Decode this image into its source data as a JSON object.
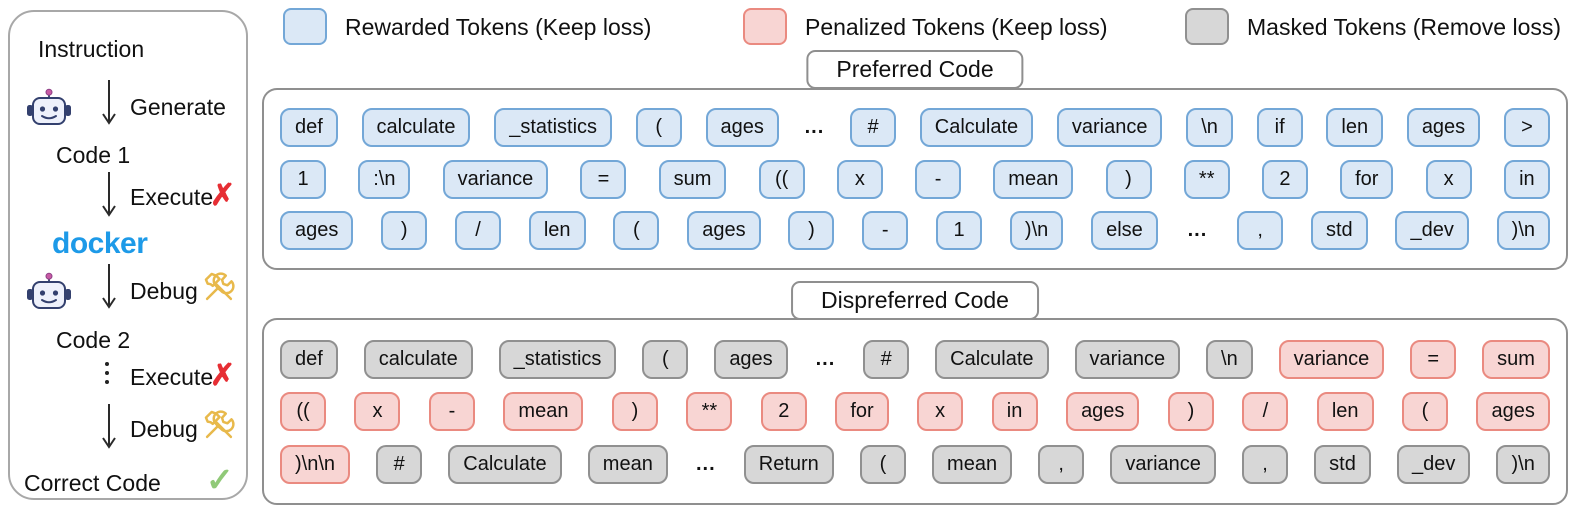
{
  "left_panel": {
    "title": "Instruction",
    "generate_label": "Generate",
    "code1_label": "Code 1",
    "execute1_label": "Execute",
    "docker_label": "docker",
    "debug1_label": "Debug",
    "code2_label": "Code 2",
    "execute2_label": "Execute",
    "debug2_label": "Debug",
    "correct_label": "Correct Code",
    "fail_glyph": "✗",
    "pass_glyph": "✓"
  },
  "legend": {
    "items": [
      {
        "label": "Rewarded Tokens (Keep loss)",
        "kind": "rewarded"
      },
      {
        "label": "Penalized Tokens (Keep loss)",
        "kind": "penalized"
      },
      {
        "label": "Masked Tokens (Remove loss)",
        "kind": "masked"
      }
    ]
  },
  "colors": {
    "rewarded_fill": "#dbe8f6",
    "rewarded_border": "#73a7d7",
    "penalized_fill": "#f8d5d3",
    "penalized_border": "#ea8a80",
    "masked_fill": "#d7d7d7",
    "masked_border": "#909090",
    "docker_blue": "#1d9ae8",
    "fail_red": "#e62e34",
    "pass_green": "#90c978",
    "tools_gold": "#e8b94b"
  },
  "preferred": {
    "title": "Preferred Code",
    "rows": [
      [
        {
          "t": "def",
          "k": "rewarded"
        },
        {
          "t": "calculate",
          "k": "rewarded"
        },
        {
          "t": "_statistics",
          "k": "rewarded"
        },
        {
          "t": "(",
          "k": "rewarded"
        },
        {
          "t": "ages",
          "k": "rewarded"
        },
        {
          "t": "...",
          "k": "plain"
        },
        {
          "t": "#",
          "k": "rewarded"
        },
        {
          "t": "Calculate",
          "k": "rewarded"
        },
        {
          "t": "variance",
          "k": "rewarded"
        },
        {
          "t": "\\n",
          "k": "rewarded"
        },
        {
          "t": "if",
          "k": "rewarded"
        },
        {
          "t": "len",
          "k": "rewarded"
        },
        {
          "t": "ages",
          "k": "rewarded"
        },
        {
          "t": ">",
          "k": "rewarded"
        }
      ],
      [
        {
          "t": "1",
          "k": "rewarded"
        },
        {
          "t": ":\\n",
          "k": "rewarded"
        },
        {
          "t": "variance",
          "k": "rewarded"
        },
        {
          "t": "=",
          "k": "rewarded"
        },
        {
          "t": "sum",
          "k": "rewarded"
        },
        {
          "t": "((",
          "k": "rewarded"
        },
        {
          "t": "x",
          "k": "rewarded"
        },
        {
          "t": "-",
          "k": "rewarded"
        },
        {
          "t": "mean",
          "k": "rewarded"
        },
        {
          "t": ")",
          "k": "rewarded"
        },
        {
          "t": "**",
          "k": "rewarded"
        },
        {
          "t": "2",
          "k": "rewarded"
        },
        {
          "t": "for",
          "k": "rewarded"
        },
        {
          "t": "x",
          "k": "rewarded"
        },
        {
          "t": "in",
          "k": "rewarded"
        }
      ],
      [
        {
          "t": "ages",
          "k": "rewarded"
        },
        {
          "t": ")",
          "k": "rewarded"
        },
        {
          "t": "/",
          "k": "rewarded"
        },
        {
          "t": "len",
          "k": "rewarded"
        },
        {
          "t": "(",
          "k": "rewarded"
        },
        {
          "t": "ages",
          "k": "rewarded"
        },
        {
          "t": ")",
          "k": "rewarded"
        },
        {
          "t": "-",
          "k": "rewarded"
        },
        {
          "t": "1",
          "k": "rewarded"
        },
        {
          "t": ")\\n",
          "k": "rewarded"
        },
        {
          "t": "else",
          "k": "rewarded"
        },
        {
          "t": "...",
          "k": "plain"
        },
        {
          "t": ",",
          "k": "rewarded"
        },
        {
          "t": "std",
          "k": "rewarded"
        },
        {
          "t": "_dev",
          "k": "rewarded"
        },
        {
          "t": ")\\n",
          "k": "rewarded"
        }
      ]
    ]
  },
  "dispreferred": {
    "title": "Dispreferred Code",
    "rows": [
      [
        {
          "t": "def",
          "k": "masked"
        },
        {
          "t": "calculate",
          "k": "masked"
        },
        {
          "t": "_statistics",
          "k": "masked"
        },
        {
          "t": "(",
          "k": "masked"
        },
        {
          "t": "ages",
          "k": "masked"
        },
        {
          "t": "...",
          "k": "plain"
        },
        {
          "t": "#",
          "k": "masked"
        },
        {
          "t": "Calculate",
          "k": "masked"
        },
        {
          "t": "variance",
          "k": "masked"
        },
        {
          "t": "\\n",
          "k": "masked"
        },
        {
          "t": "variance",
          "k": "penalized"
        },
        {
          "t": "=",
          "k": "penalized"
        },
        {
          "t": "sum",
          "k": "penalized"
        }
      ],
      [
        {
          "t": "((",
          "k": "penalized"
        },
        {
          "t": "x",
          "k": "penalized"
        },
        {
          "t": "-",
          "k": "penalized"
        },
        {
          "t": "mean",
          "k": "penalized"
        },
        {
          "t": ")",
          "k": "penalized"
        },
        {
          "t": "**",
          "k": "penalized"
        },
        {
          "t": "2",
          "k": "penalized"
        },
        {
          "t": "for",
          "k": "penalized"
        },
        {
          "t": "x",
          "k": "penalized"
        },
        {
          "t": "in",
          "k": "penalized"
        },
        {
          "t": "ages",
          "k": "penalized"
        },
        {
          "t": ")",
          "k": "penalized"
        },
        {
          "t": "/",
          "k": "penalized"
        },
        {
          "t": "len",
          "k": "penalized"
        },
        {
          "t": "(",
          "k": "penalized"
        },
        {
          "t": "ages",
          "k": "penalized"
        }
      ],
      [
        {
          "t": ")\\n\\n",
          "k": "penalized"
        },
        {
          "t": "#",
          "k": "masked"
        },
        {
          "t": "Calculate",
          "k": "masked"
        },
        {
          "t": "mean",
          "k": "masked"
        },
        {
          "t": "...",
          "k": "plain"
        },
        {
          "t": "Return",
          "k": "masked"
        },
        {
          "t": "(",
          "k": "masked"
        },
        {
          "t": "mean",
          "k": "masked"
        },
        {
          "t": ",",
          "k": "masked"
        },
        {
          "t": "variance",
          "k": "masked"
        },
        {
          "t": ",",
          "k": "masked"
        },
        {
          "t": "std",
          "k": "masked"
        },
        {
          "t": "_dev",
          "k": "masked"
        },
        {
          "t": ")\\n",
          "k": "masked"
        }
      ]
    ]
  }
}
